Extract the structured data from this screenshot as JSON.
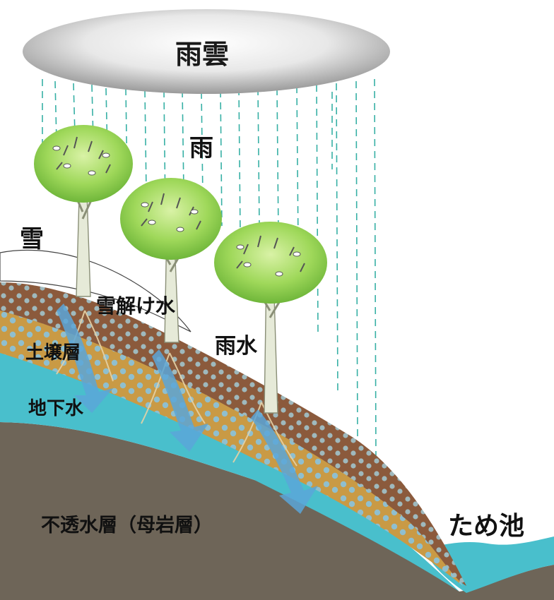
{
  "labels": {
    "cloud": "雨雲",
    "rain": "雨",
    "snow": "雪",
    "snowmelt": "雪解け水",
    "rainwater": "雨水",
    "soil_layer": "土壌層",
    "groundwater": "地下水",
    "bedrock": "不透水層（母岩層）",
    "pond": "ため池"
  },
  "colors": {
    "cloud": "#d9d9d9",
    "foliage": "#8fce4a",
    "trunk": "#e6ead8",
    "topsoil": "#8b5a3c",
    "soil": "#c99a45",
    "groundwater": "#49bfcc",
    "bedrock": "#6e6558",
    "arrow": "#5aa6d8",
    "pebbles": "#8fb6c2"
  }
}
